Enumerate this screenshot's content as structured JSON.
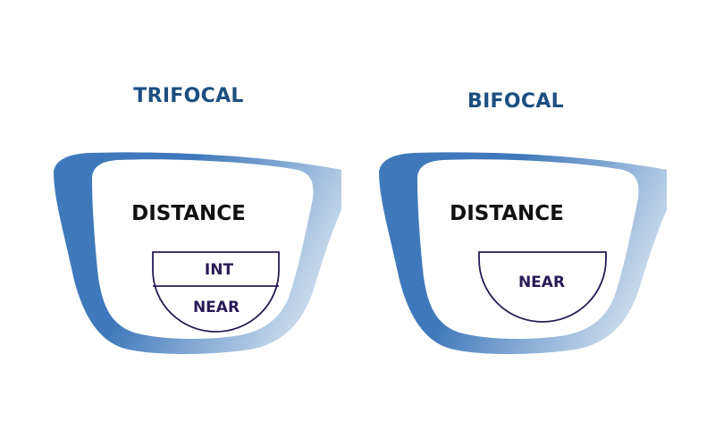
{
  "colors": {
    "title": "#1c4f80",
    "frame_dark": "#3f79bb",
    "frame_light": "#c3d6ea",
    "segment_outline": "#2a1a55",
    "segment_text": "#2a1a55",
    "distance_text": "#111111"
  },
  "panels": [
    {
      "title": "TRIFOCAL",
      "distance_label": "DISTANCE",
      "segments": [
        "INT",
        "NEAR"
      ]
    },
    {
      "title": "BIFOCAL",
      "distance_label": "DISTANCE",
      "segments": [
        "NEAR"
      ]
    }
  ]
}
